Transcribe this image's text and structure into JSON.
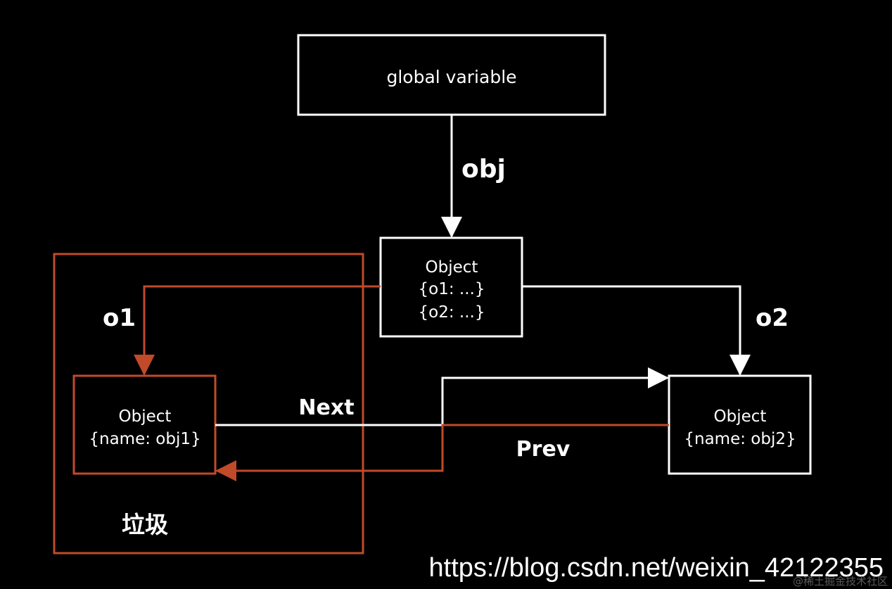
{
  "colors": {
    "background": "#000000",
    "white": "#ffffff",
    "garbage": "#c04a2a",
    "faint": "#5a5a5a"
  },
  "nodes": {
    "global": {
      "label": "global variable"
    },
    "root": {
      "lines": [
        "Object",
        "{o1:  ...}",
        "{o2:  ...}"
      ]
    },
    "obj1": {
      "lines": [
        "Object",
        "{name: obj1}"
      ]
    },
    "obj2": {
      "lines": [
        "Object",
        "{name: obj2}"
      ]
    }
  },
  "edges": {
    "obj": "obj",
    "o1": "o1",
    "o2": "o2",
    "next": "Next",
    "prev": "Prev"
  },
  "garbage_region": {
    "label": "垃圾"
  },
  "watermark": {
    "url": "https://blog.csdn.net/weixin_42122355",
    "site": "@稀土掘金技术社区"
  }
}
